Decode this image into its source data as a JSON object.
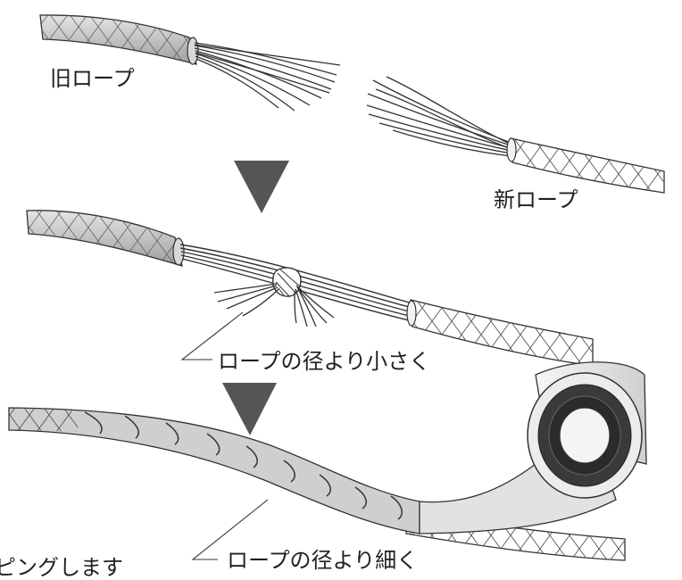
{
  "labels": {
    "old_rope": "旧ロープ",
    "new_rope": "新ロープ",
    "step2_note": "ロープの径より小さく",
    "step3_note": "ロープの径より細く",
    "cutoff_note": "ピングします"
  },
  "colors": {
    "rope_fill": "#c8c8c8",
    "strand": "#333333",
    "arrow": "#555555",
    "tape_roll": "#ececec",
    "tape_core": "#2b2b2b"
  }
}
